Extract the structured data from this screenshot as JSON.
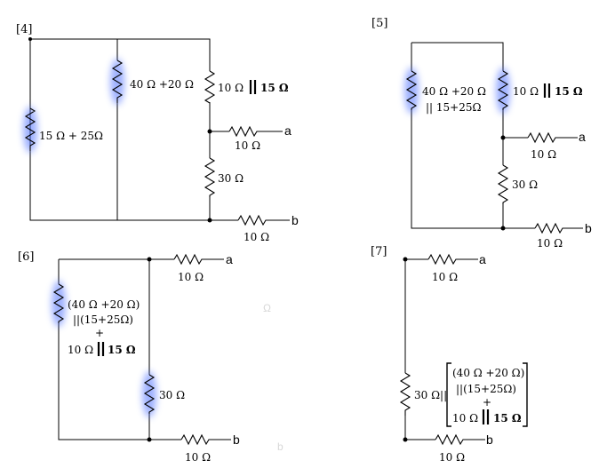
{
  "panels": {
    "p4": {
      "step": "[4]",
      "r_left": "15 Ω + 25Ω",
      "r_mid": "40 Ω +20 Ω",
      "r_top_right": "10 Ω",
      "r_top_right_b": "15 Ω",
      "r_a": "10 Ω",
      "r_30": "30 Ω",
      "r_b": "10 Ω",
      "term_a": "a",
      "term_b": "b"
    },
    "p5": {
      "step": "[5]",
      "r_left_1": "40 Ω +20 Ω",
      "r_left_2": "|| 15+25Ω",
      "r_right": "10 Ω",
      "r_right_b": "15 Ω",
      "r_a": "10 Ω",
      "r_30": "30 Ω",
      "r_b": "10 Ω",
      "term_a": "a",
      "term_b": "b"
    },
    "p6": {
      "step": "[6]",
      "r_left_1": "(40 Ω +20 Ω)",
      "r_left_2": "||(15+25Ω)",
      "r_left_3": "+",
      "r_left_4": "10 Ω",
      "r_left_5": "15 Ω",
      "r_30": "30 Ω",
      "r_a": "10 Ω",
      "r_b": "10 Ω",
      "term_a": "a",
      "term_b": "b",
      "ghost_1": "Ω",
      "ghost_2": "b"
    },
    "p7": {
      "step": "[7]",
      "r_30": "30 Ω||",
      "box_1": "(40 Ω +20 Ω)",
      "box_2": "||(15+25Ω)",
      "box_3": "+",
      "box_4": "10 Ω",
      "box_5": "15 Ω",
      "r_a": "10 Ω",
      "r_b": "10 Ω",
      "term_a": "a",
      "term_b": "b"
    }
  },
  "colors": {
    "highlight": "#4d6fff",
    "wire": "#000000"
  }
}
